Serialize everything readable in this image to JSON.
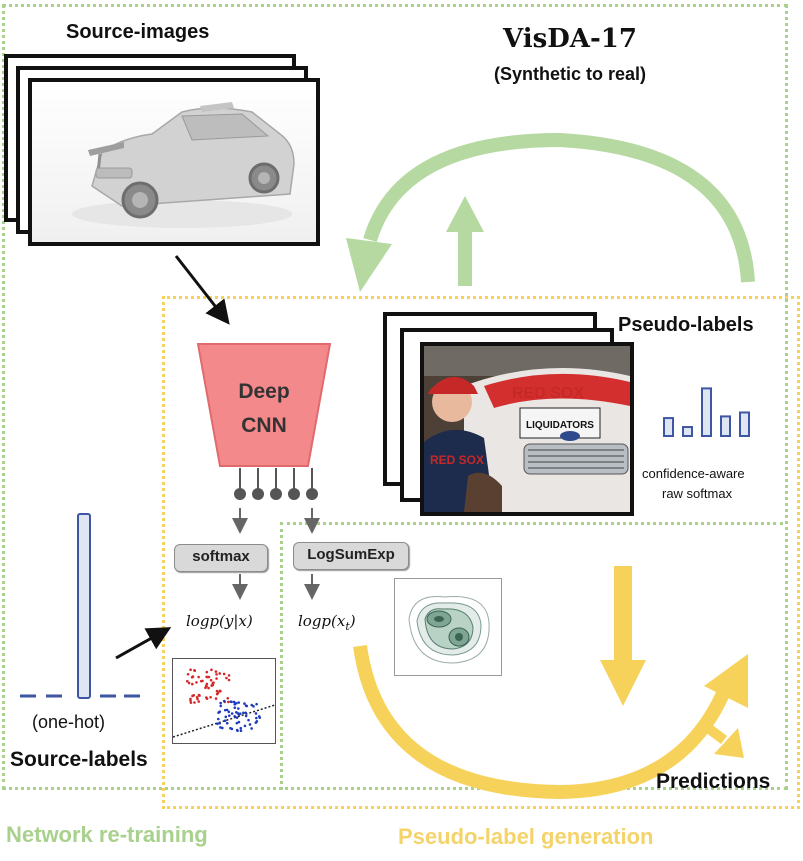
{
  "title": "VisDA-17",
  "subtitle": "(Synthetic to real)",
  "source_images_label": "Source-images",
  "pseudo_labels_label": "Pseudo-labels",
  "cnn_label_line1": "Deep",
  "cnn_label_line2": "CNN",
  "softmax_label": "softmax",
  "logsumexp_label": "LogSumExp",
  "logp_y_given_x": "logp(y|x)",
  "logp_xt": "logp(x",
  "logp_xt_sub": "t",
  "confidence_line1": "confidence-aware",
  "confidence_line2": "raw softmax",
  "one_hot_label": "(one-hot)",
  "source_labels_label": "Source-labels",
  "predictions_label": "Predictions",
  "network_retraining_label": "Network re-training",
  "pseudo_label_generation_label": "Pseudo-label generation",
  "photo_banner_text": "RED SOX",
  "photo_badge_text": "LIQUIDATORS",
  "colors": {
    "green": "#a9d18e",
    "yellow": "#f7d25a",
    "cnn": "#f4898c",
    "bar_blue": "#3f56a5",
    "green_text": "#a9d18e",
    "yellow_text": "#f5d36b"
  },
  "softmax_bars": [
    0.32,
    0.16,
    0.85,
    0.35,
    0.42
  ]
}
